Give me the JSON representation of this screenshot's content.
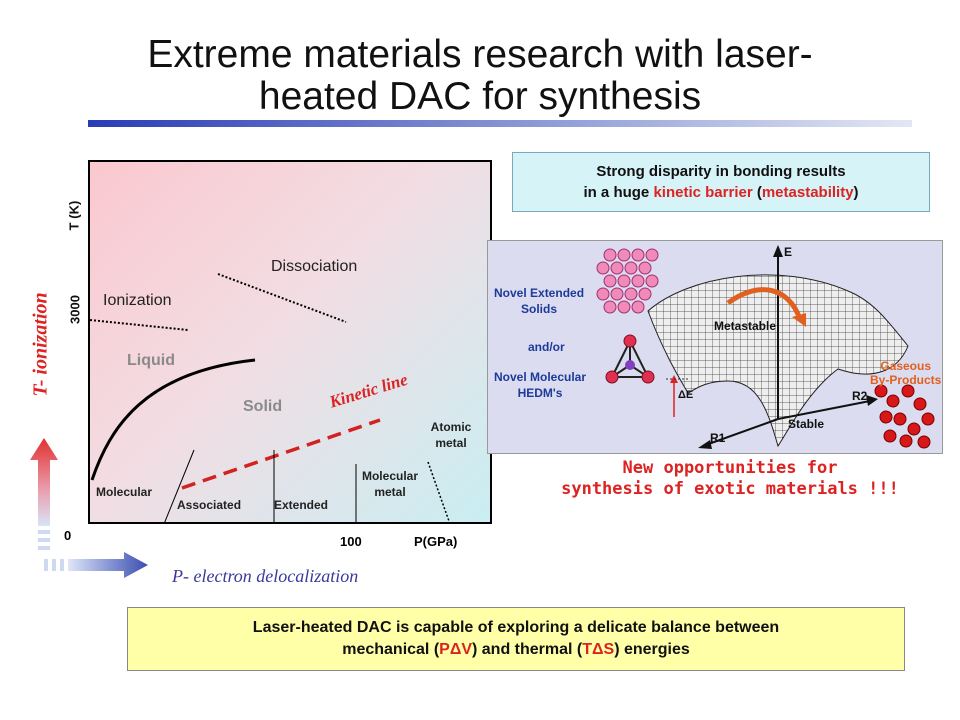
{
  "title": {
    "line1": "Extreme materials research with laser-",
    "line2": "heated DAC for synthesis"
  },
  "diagram": {
    "regions": {
      "dissociation": "Dissociation",
      "ionization": "Ionization",
      "liquid": "Liquid",
      "solid": "Solid",
      "kinetic_line": "Kinetic line"
    },
    "phases": {
      "molecular": "Molecular",
      "associated": "Associated",
      "extended": "Extended",
      "molecular_metal_1": "Molecular",
      "molecular_metal_2": "metal",
      "atomic_metal_1": "Atomic",
      "atomic_metal_2": "metal"
    },
    "axes": {
      "y_unit": "T (K)",
      "y_tick_3000": "3000",
      "y_tick_0": "0",
      "x_tick_100": "100",
      "x_unit": "P(GPa)",
      "t_ionization": "T- ionization",
      "p_delocalization": "P- electron delocalization"
    },
    "colors": {
      "kinetic_line": "#d22222",
      "t_arrow": "#e03030",
      "p_arrow": "#3b4fb0"
    }
  },
  "disparity_box": {
    "line1": "Strong disparity in bonding results",
    "line2_a": "in a huge ",
    "line2_b": "kinetic barrier",
    "line2_c": " (",
    "line2_d": "metastability",
    "line2_e": ")"
  },
  "energy_figure": {
    "novel_extended_1": "Novel Extended",
    "novel_extended_2": "Solids",
    "and_or": "and/or",
    "novel_molecular_1": "Novel Molecular",
    "novel_molecular_2": "HEDM's",
    "metastable": "Metastable",
    "stable": "Stable",
    "gaseous_1": "Gaseous",
    "gaseous_2": "By-Products",
    "delta_e": "ΔE",
    "axis_e": "E",
    "axis_r1": "R1",
    "axis_r2": "R2"
  },
  "new_opportunities": {
    "line1": "New opportunities for",
    "line2": "synthesis of exotic materials !!!"
  },
  "bottom_box": {
    "line1": "Laser-heated DAC is capable of exploring a delicate balance between",
    "line2_a": "mechanical (",
    "line2_b": "PΔV",
    "line2_c": ") and thermal (",
    "line2_d": "TΔS",
    "line2_e": ") energies"
  }
}
